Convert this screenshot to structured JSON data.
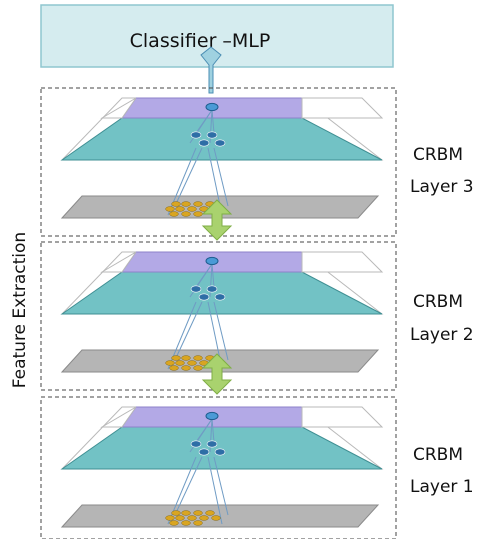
{
  "classifier": {
    "label": "Classifier –MLP"
  },
  "side_label": "Feature Extraction",
  "layers": [
    {
      "name": "CRBM",
      "number_label": "Layer 3"
    },
    {
      "name": "CRBM",
      "number_label": "Layer 2"
    },
    {
      "name": "CRBM",
      "number_label": "Layer 1"
    }
  ],
  "colors": {
    "classifier_fill": "#d5ecef",
    "classifier_stroke": "#8fc6cf",
    "hidden_layer_fill": "#72c2c5",
    "pool_layer_fill": "#b3a9e6",
    "visible_layer_fill": "#b5b5b5",
    "unit_blue": "#2e6ea6",
    "unit_gold": "#d9a521",
    "arrow_green": "#a9d26e",
    "arrow_blue": "#9fd1e0",
    "connection_lines": "#6f9bc4"
  }
}
